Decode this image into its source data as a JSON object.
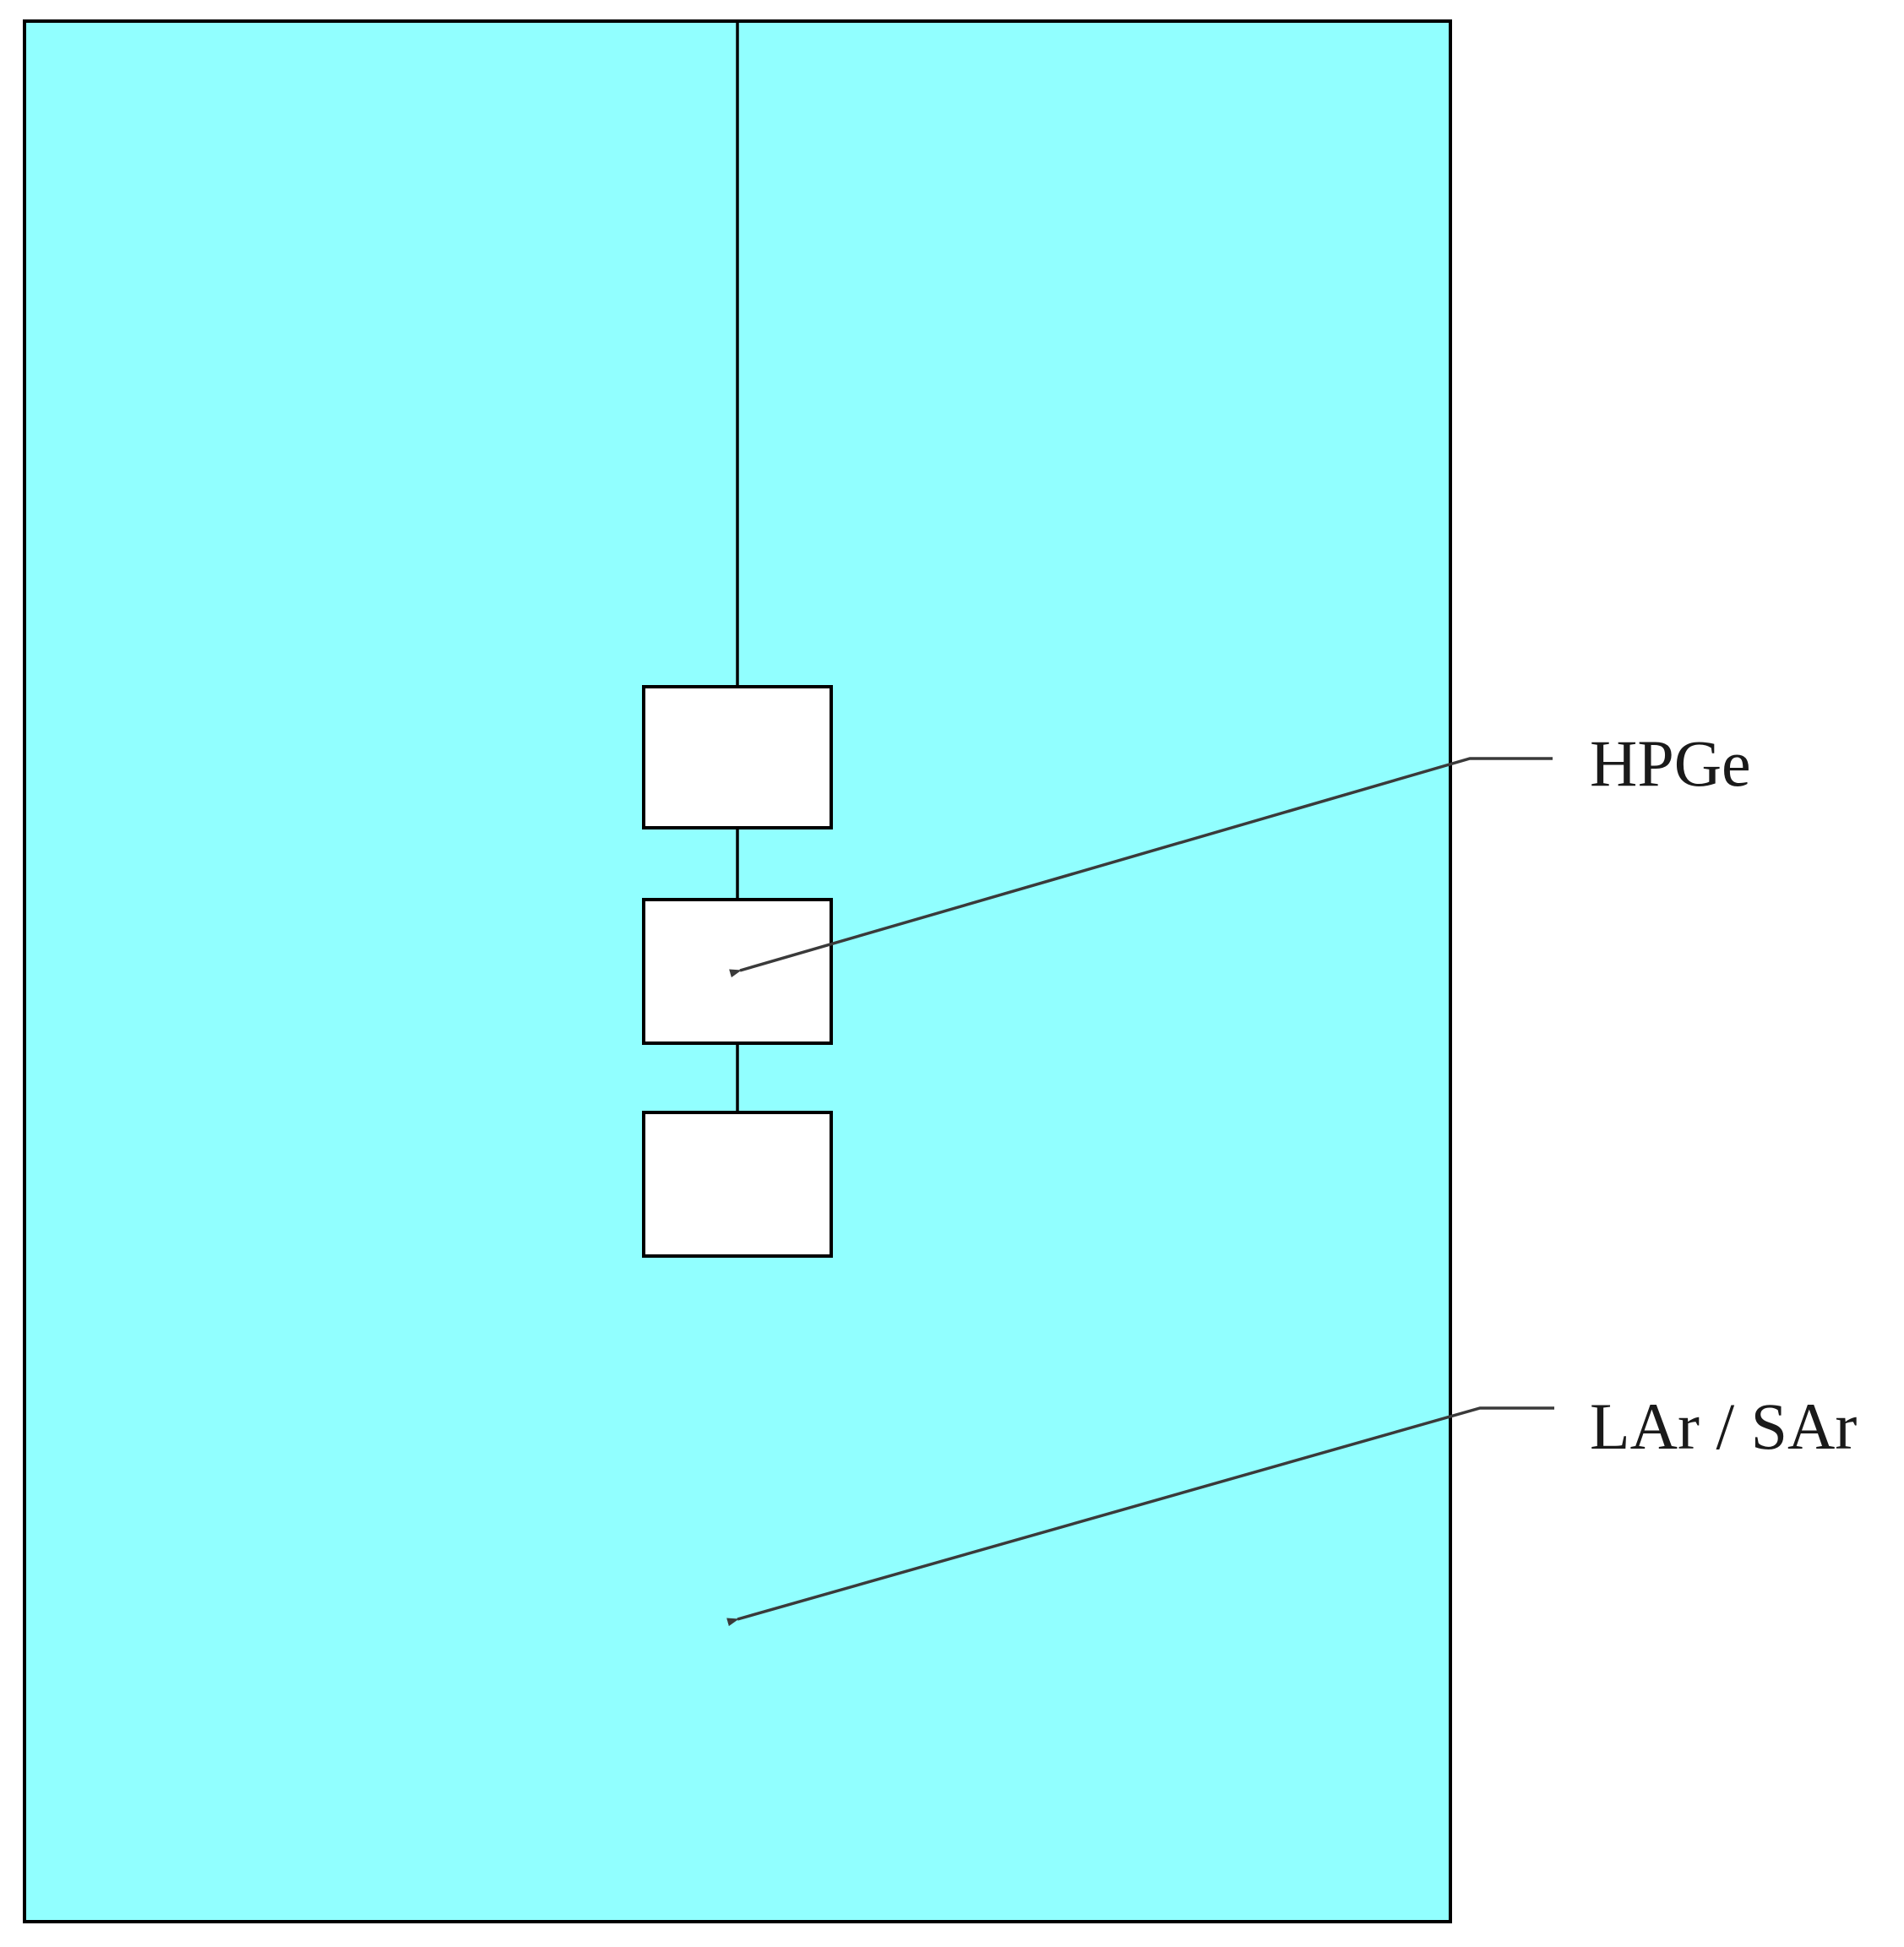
{
  "diagram": {
    "labels": {
      "detector": "HPGe",
      "medium": "LAr / SAr"
    },
    "colors": {
      "medium_fill": "#91FFFF",
      "detector_fill": "#FFFFFF",
      "outline": "#000000",
      "arrow": "#3a3a3a",
      "background": "#FFFFFF"
    },
    "detector_count": 3
  }
}
